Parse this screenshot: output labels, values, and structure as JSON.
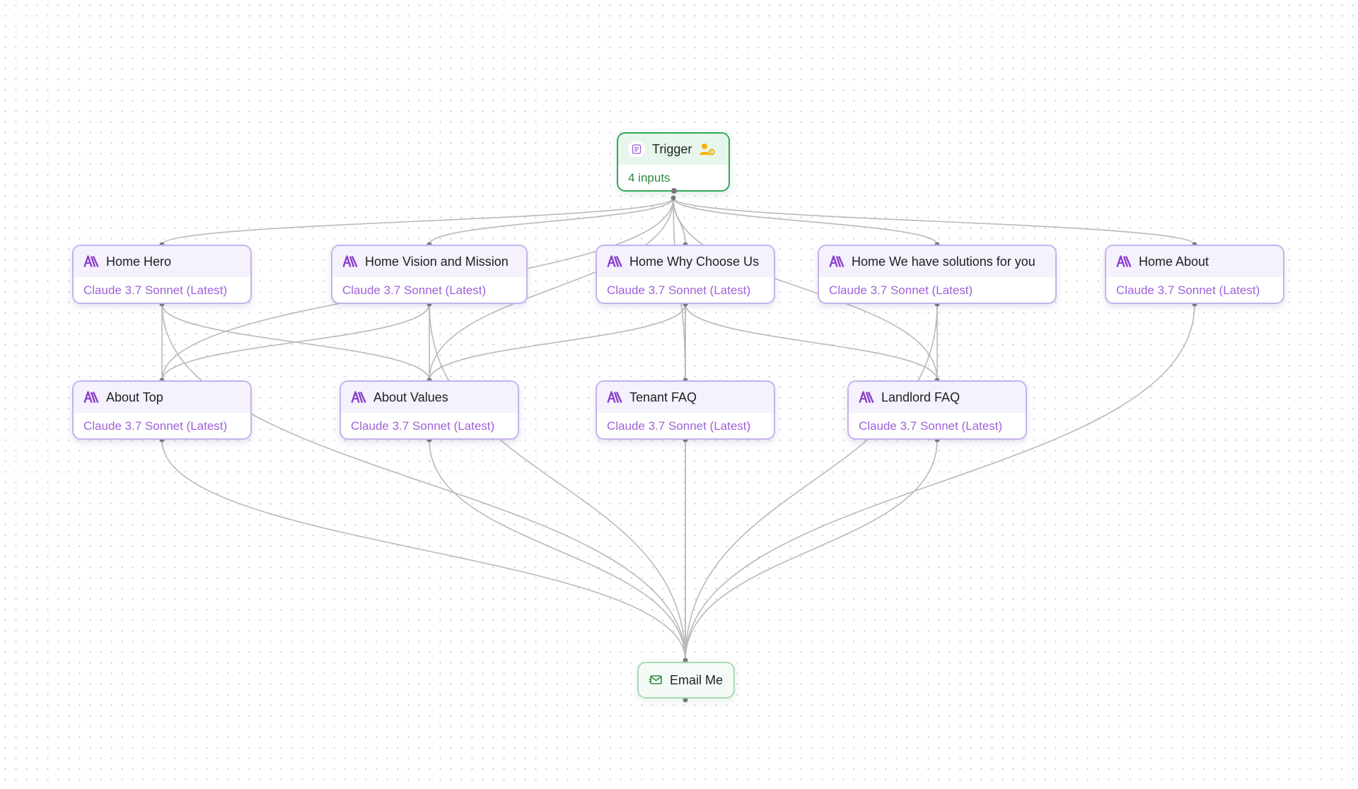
{
  "trigger": {
    "title": "Trigger",
    "subtitle": "4 inputs",
    "icon": "form-icon",
    "badge_icon": "user-settings-icon",
    "accent_color": "#2fa85a"
  },
  "llm_nodes": [
    {
      "id": "home-hero",
      "title": "Home Hero",
      "model": "Claude 3.7 Sonnet (Latest)"
    },
    {
      "id": "home-vision",
      "title": "Home Vision and Mission",
      "model": "Claude 3.7 Sonnet (Latest)"
    },
    {
      "id": "home-why",
      "title": "Home Why Choose Us",
      "model": "Claude 3.7 Sonnet (Latest)"
    },
    {
      "id": "home-solutions",
      "title": "Home We have solutions for you",
      "model": "Claude 3.7 Sonnet (Latest)"
    },
    {
      "id": "home-about",
      "title": "Home About",
      "model": "Claude 3.7 Sonnet (Latest)"
    },
    {
      "id": "about-top",
      "title": "About Top",
      "model": "Claude 3.7 Sonnet (Latest)"
    },
    {
      "id": "about-values",
      "title": "About Values",
      "model": "Claude 3.7 Sonnet (Latest)"
    },
    {
      "id": "tenant-faq",
      "title": "Tenant FAQ",
      "model": "Claude 3.7 Sonnet (Latest)"
    },
    {
      "id": "landlord-faq",
      "title": "Landlord FAQ",
      "model": "Claude 3.7 Sonnet (Latest)"
    }
  ],
  "email": {
    "title": "Email Me",
    "icon": "mail-icon"
  },
  "colors": {
    "llm_accent": "#a062d8",
    "edge": "#b9b9b9",
    "grid_dot": "#d4d4d4"
  }
}
